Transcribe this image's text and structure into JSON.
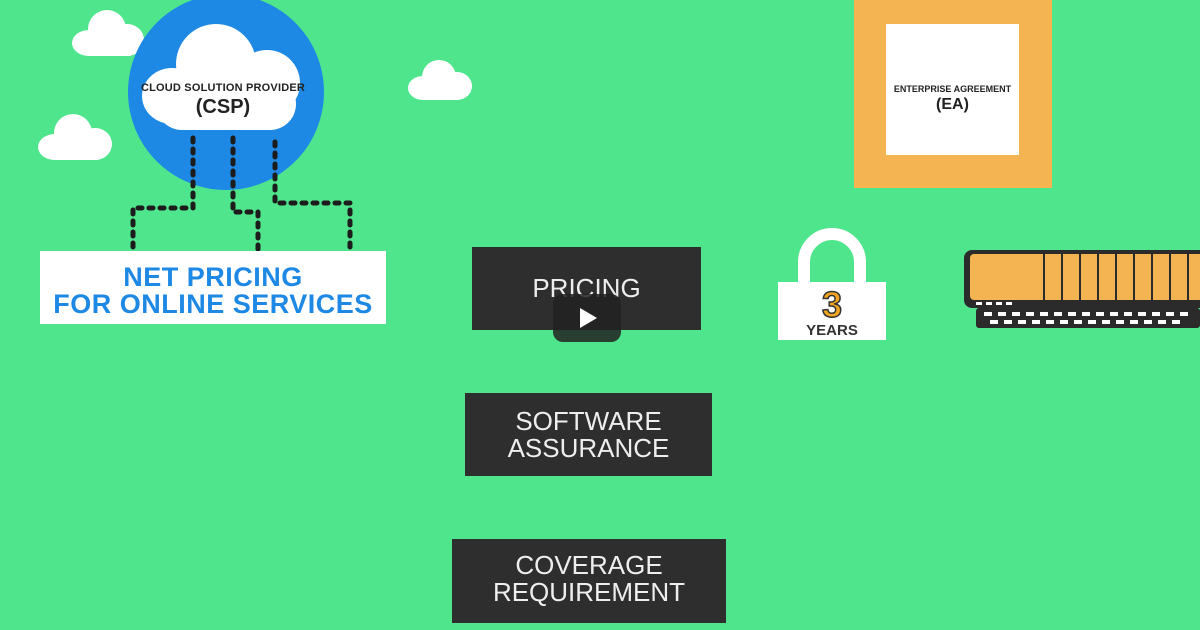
{
  "csp": {
    "title": "CLOUD SOLUTION PROVIDER",
    "abbr": "(CSP)"
  },
  "net_pricing": {
    "line1": "NET PRICING",
    "line2": "FOR ONLINE SERVICES"
  },
  "ea": {
    "title": "ENTERPRISE AGREEMENT",
    "abbr": "(EA)"
  },
  "lock": {
    "number": "3",
    "label": "YEARS"
  },
  "boxes": {
    "pricing": "PRICING",
    "software_line1": "SOFTWARE",
    "software_line2": "ASSURANCE",
    "coverage_line1": "COVERAGE",
    "coverage_line2": "REQUIREMENT"
  },
  "colors": {
    "background": "#4fe58c",
    "csp_blue": "#1e88e5",
    "ea_orange": "#f4b452",
    "box_dark": "#2e2e2e"
  },
  "icons": {
    "play": "play-icon",
    "lock": "padlock-icon",
    "keyboard": "keyboard-icon",
    "cloud": "cloud-icon"
  }
}
